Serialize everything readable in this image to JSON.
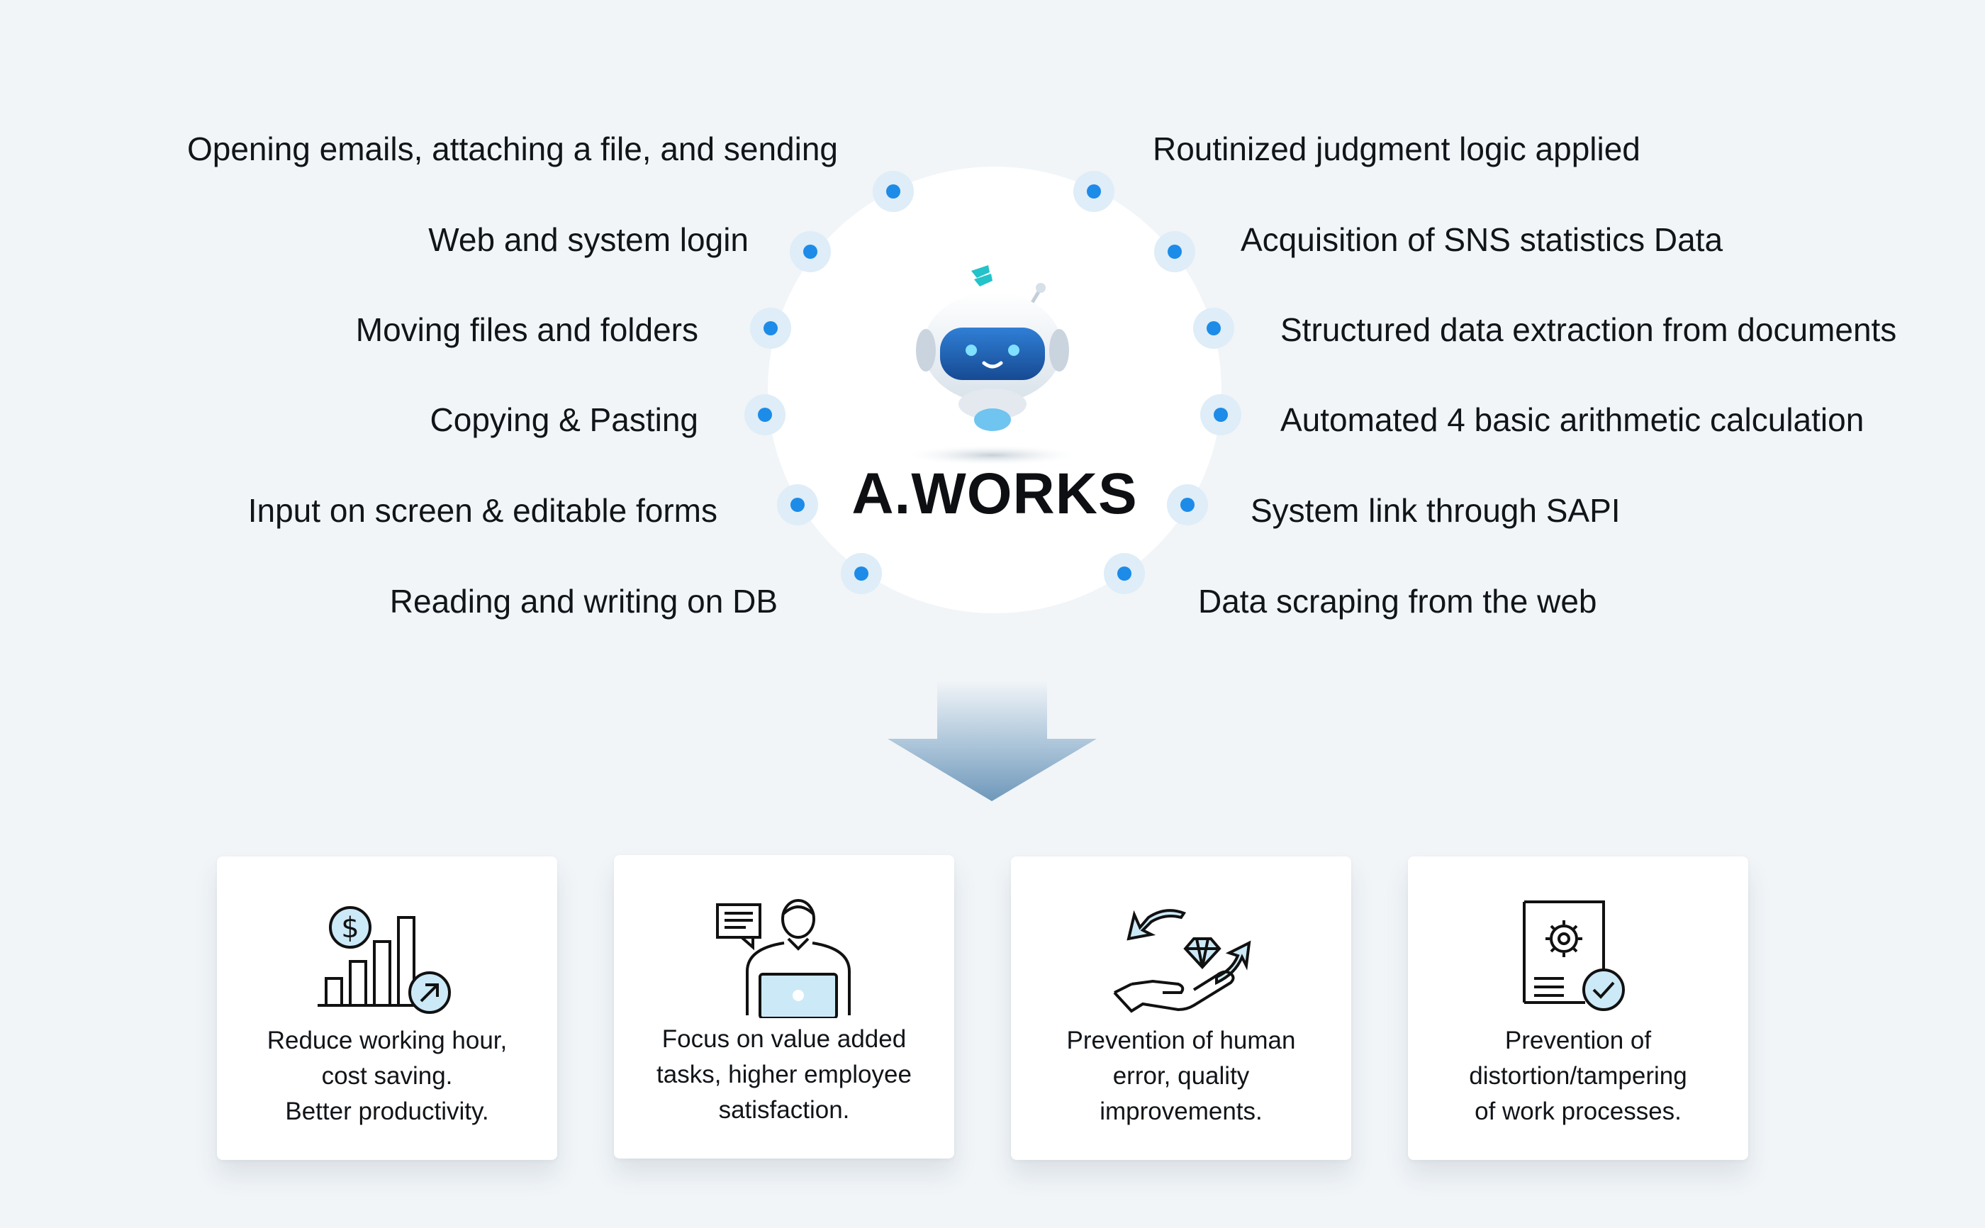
{
  "brand": "A.WORKS",
  "left_features": [
    "Opening emails, attaching a file, and sending",
    "Web and system login",
    "Moving files and folders",
    "Copying & Pasting",
    "Input on screen & editable forms",
    "Reading and writing on DB"
  ],
  "right_features": [
    "Routinized judgment logic applied",
    "Acquisition of SNS statistics Data",
    "Structured data extraction from documents",
    "Automated 4 basic arithmetic calculation",
    "System link through SAPI",
    "Data scraping from the web"
  ],
  "benefits": [
    {
      "icon": "bar-chart-dollar-icon",
      "lines": [
        "Reduce working hour,",
        "cost saving.",
        "Better productivity."
      ]
    },
    {
      "icon": "employee-laptop-icon",
      "lines": [
        "Focus on value added",
        "tasks, higher employee",
        "satisfaction."
      ]
    },
    {
      "icon": "hand-diamond-icon",
      "lines": [
        "Prevention of human",
        "error, quality",
        "improvements."
      ]
    },
    {
      "icon": "document-gear-check-icon",
      "lines": [
        "Prevention of",
        "distortion/tampering",
        "of work processes."
      ]
    }
  ],
  "colors": {
    "background": "#f1f5f8",
    "dot": "#1d8be8",
    "dot_halo": "#deedf7",
    "icon_accent": "#cce9f7",
    "robot_visor": "#2b6fc9"
  }
}
